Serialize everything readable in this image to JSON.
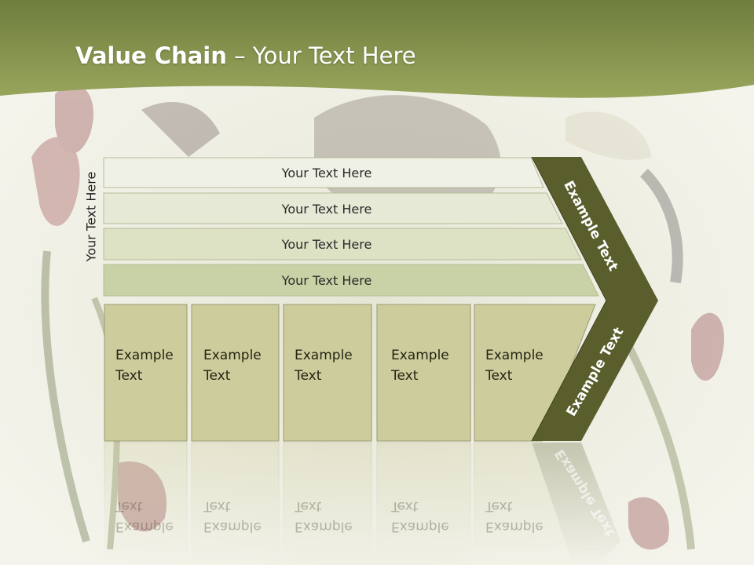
{
  "title": {
    "main": "Value Chain",
    "rest": " – Your Text Here"
  },
  "side_label": "Your Text Here",
  "rows": [
    "Your Text Here",
    "Your Text Here",
    "Your Text Here",
    "Your Text Here"
  ],
  "columns": [
    {
      "line1": "Example",
      "line2": "Text"
    },
    {
      "line1": "Example",
      "line2": "Text"
    },
    {
      "line1": "Example",
      "line2": "Text"
    },
    {
      "line1": "Example",
      "line2": "Text"
    },
    {
      "line1": "Example",
      "line2": "Text"
    }
  ],
  "arrow": {
    "upper_label": "Example Text",
    "lower_label": "Example Text"
  },
  "colors": {
    "header_green": "#8a9a52",
    "arrow_dark": "#5a5e2c",
    "column_fill": "#cccc9c",
    "row_fill_light": "#f0f1e6",
    "row_fill_mid": "#dde2c4",
    "row_fill_dark": "#c9d2a6"
  }
}
